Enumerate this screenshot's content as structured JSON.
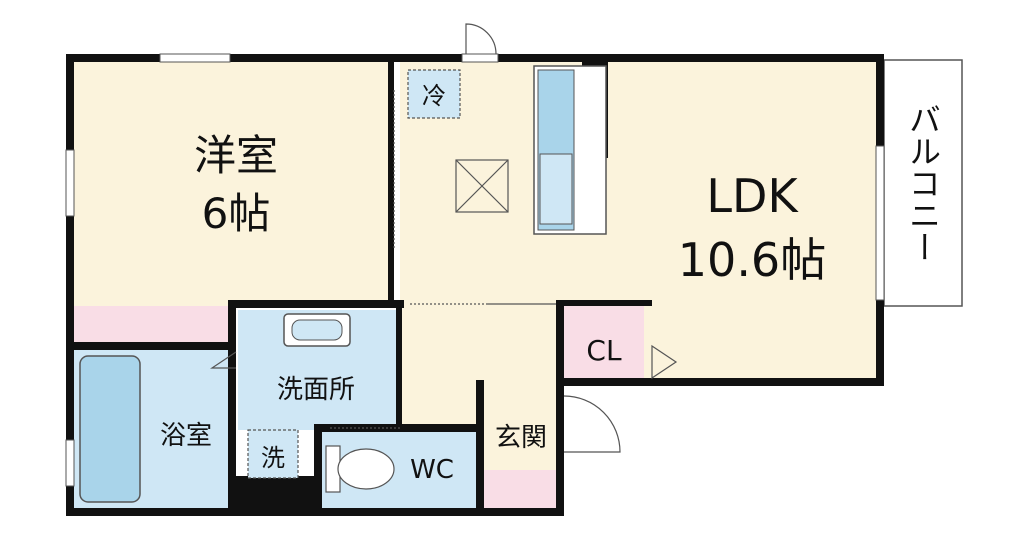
{
  "colors": {
    "wall": "#111111",
    "floor_yellow": "#fbf3dc",
    "floor_blue": "#cfe7f5",
    "floor_pink": "#f9dde6",
    "fixture_blue": "#a9d4ea",
    "line": "#555555",
    "balcony": "#ffffff"
  },
  "rooms": {
    "western": {
      "name": "洋室",
      "size": "6帖"
    },
    "ldk": {
      "name": "LDK",
      "size": "10.6帖"
    },
    "bath": {
      "name": "浴室"
    },
    "washroom": {
      "name": "洗面所"
    },
    "wc": {
      "name": "WC"
    },
    "entrance": {
      "name": "玄関"
    },
    "closet": {
      "name": "CL"
    },
    "balcony": {
      "name": "バルコニー"
    }
  },
  "fixtures": {
    "fridge": "冷",
    "washer": "洗"
  },
  "icons": [
    "door-swing-icon",
    "closet-arrow-icon",
    "skylight-icon"
  ]
}
